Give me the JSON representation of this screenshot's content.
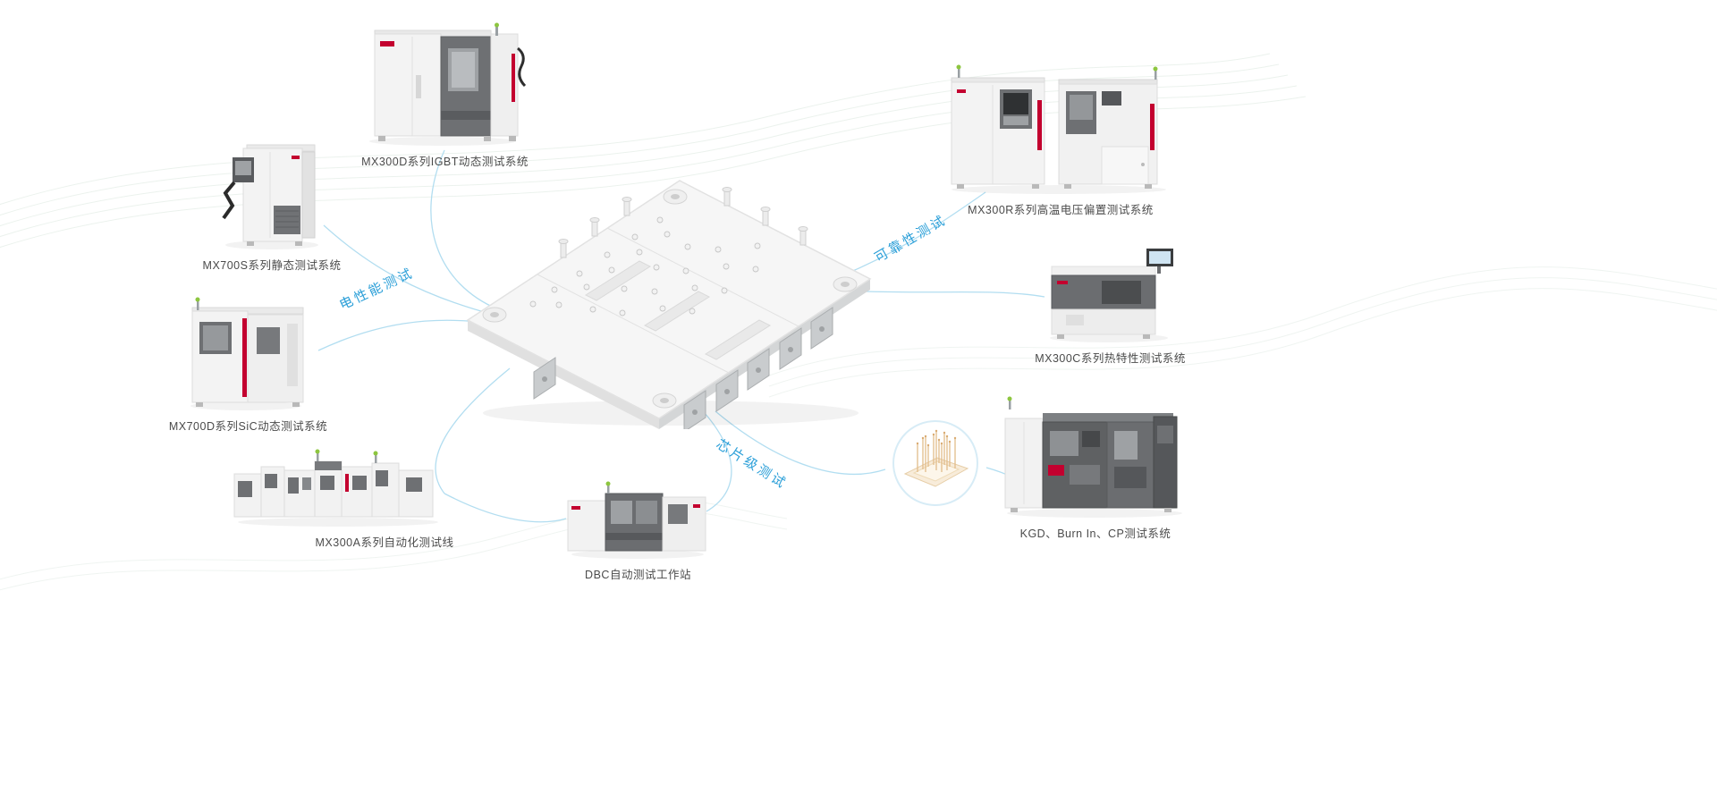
{
  "machines": [
    {
      "id": "mx300d",
      "label": "MX300D系列IGBT动态测试系统"
    },
    {
      "id": "mx700s",
      "label": "MX700S系列静态测试系统"
    },
    {
      "id": "mx700d",
      "label": "MX700D系列SiC动态测试系统"
    },
    {
      "id": "mx300a",
      "label": "MX300A系列自动化测试线"
    },
    {
      "id": "dbc",
      "label": "DBC自动测试工作站"
    },
    {
      "id": "mx300r",
      "label": "MX300R系列高温电压偏置测试系统"
    },
    {
      "id": "mx300c",
      "label": "MX300C系列热特性测试系统"
    },
    {
      "id": "kgd",
      "label": "KGD、Burn In、CP测试系统"
    }
  ],
  "flow_labels": [
    {
      "id": "electrical",
      "label": "电性能测试"
    },
    {
      "id": "reliability",
      "label": "可靠性测试"
    },
    {
      "id": "chip_level",
      "label": "芯片级测试"
    }
  ],
  "icons": [
    {
      "name": "igbt-module-image",
      "meaning": "central IGBT power module illustration"
    },
    {
      "name": "probe-pins-image",
      "meaning": "circular callout with chip probe pins"
    }
  ],
  "colors": {
    "flow_label": "#2B9FD8",
    "connector_line": "#AEDCF0",
    "machine_label": "#4B4B4B",
    "accent_red": "#C3002F",
    "indicator_green": "#8DC63F",
    "background": "#FFFFFF"
  }
}
